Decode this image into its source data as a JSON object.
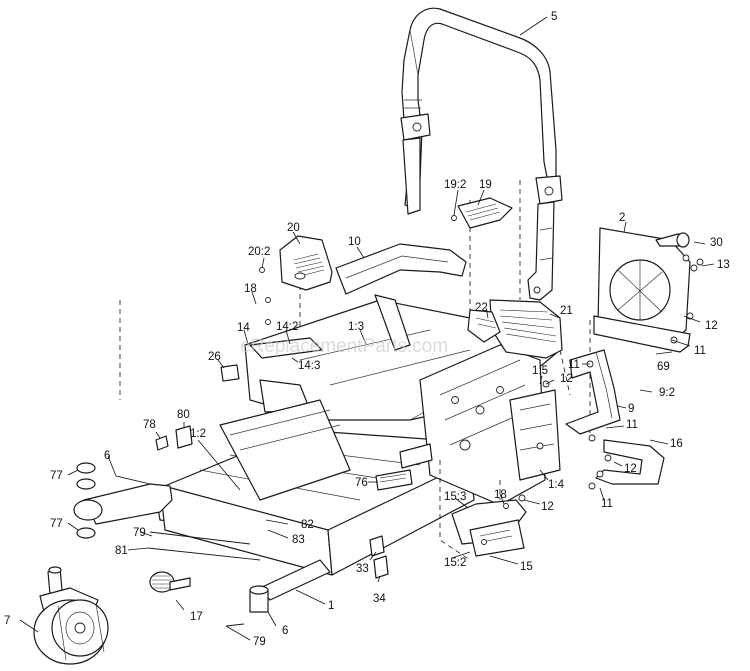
{
  "watermark": "eReplacementParts.com",
  "callouts": {
    "c5": "5",
    "c19_2": "19:2",
    "c19": "19",
    "c20": "20",
    "c20_2": "20:2",
    "c10": "10",
    "c2": "2",
    "c30": "30",
    "c13": "13",
    "c18a": "18",
    "c12a": "12",
    "c14": "14",
    "c14_2": "14:2",
    "c1_3": "1:3",
    "c22": "22",
    "c21": "21",
    "c11a": "11",
    "c11b": "11",
    "c26": "26",
    "c14_3": "14:3",
    "c1_5": "1:5",
    "c12b": "12",
    "c69": "69",
    "c9_2": "9:2",
    "c9": "9",
    "c11c": "11",
    "c78": "78",
    "c80": "80",
    "c1_2": "1:2",
    "c16": "16",
    "c12c": "12",
    "c6a": "6",
    "c77a": "77",
    "c76": "76",
    "c1_4": "1:4",
    "c11d": "11",
    "c15_3": "15:3",
    "c18b": "18",
    "c12d": "12",
    "c82": "82",
    "c83": "83",
    "c77b": "77",
    "c79a": "79",
    "c81": "81",
    "c33": "33",
    "c15_2": "15:2",
    "c15": "15",
    "c34": "34",
    "c1": "1",
    "c17": "17",
    "c7": "7",
    "c79b": "79",
    "c6b": "6"
  }
}
